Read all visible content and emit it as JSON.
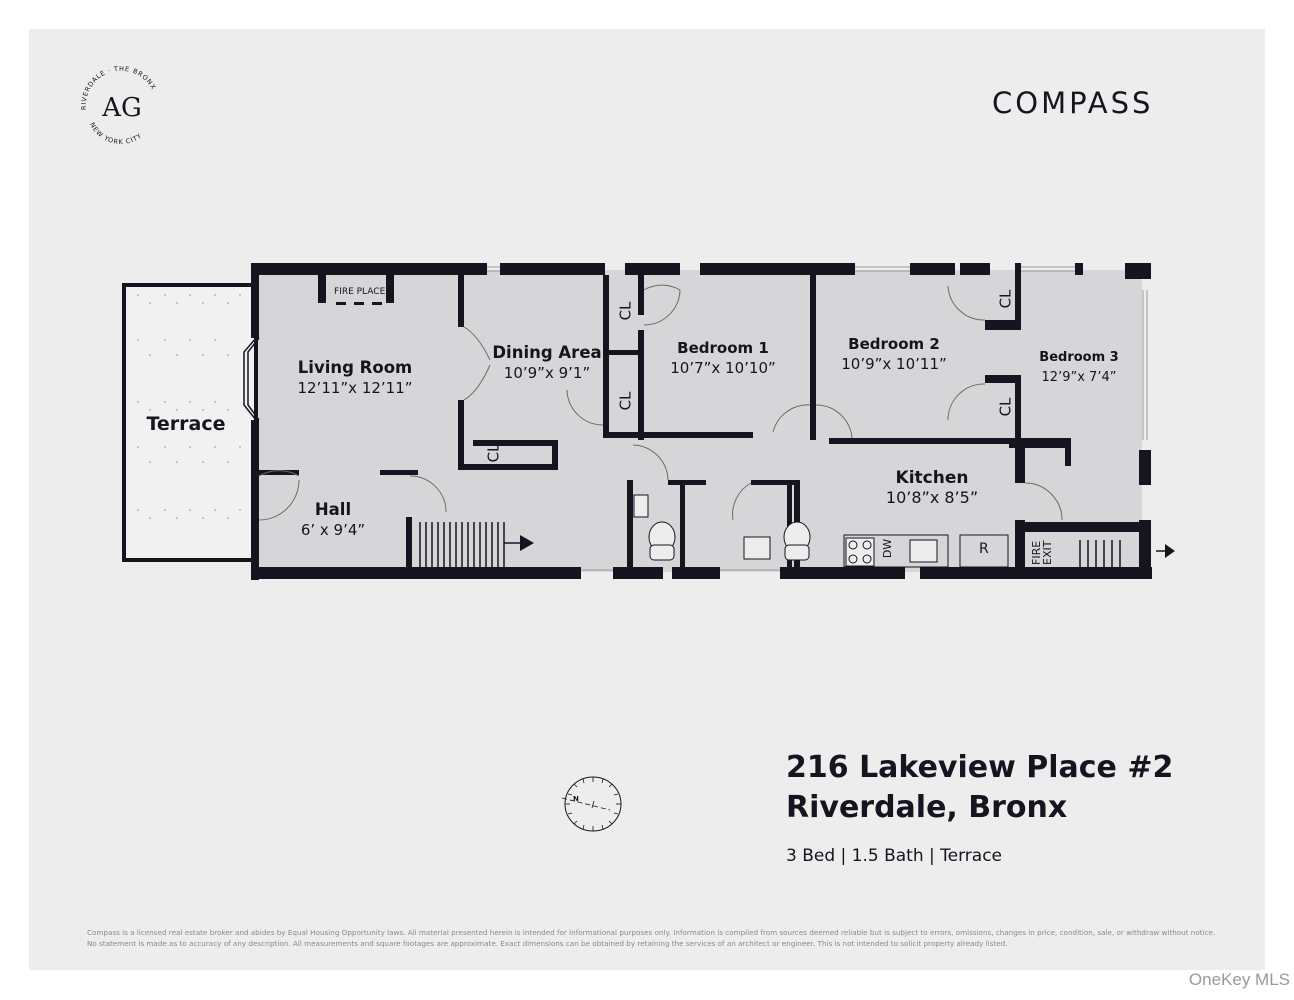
{
  "branding": {
    "logo_monogram": "AG",
    "logo_ring_top": "RIVERDALE · THE BRONX",
    "logo_ring_bottom": "NEW YORK CITY",
    "brokerage": "COMPASS"
  },
  "floorplan": {
    "rooms": [
      {
        "name": "Terrace",
        "dims": ""
      },
      {
        "name": "Living Room",
        "dims": "12’11”x 12’11”"
      },
      {
        "name": "Dining Area",
        "dims": "10’9”x 9’1”"
      },
      {
        "name": "Hall",
        "dims": "6’ x 9’4”"
      },
      {
        "name": "Bedroom 1",
        "dims": "10’7”x 10’10”"
      },
      {
        "name": "Bedroom 2",
        "dims": "10’9”x 10’11”"
      },
      {
        "name": "Bedroom 3",
        "dims": "12’9”x 7’4”"
      },
      {
        "name": "Kitchen",
        "dims": "10’8”x 8’5”"
      }
    ],
    "fixtures": {
      "fireplace": "FIRE PLACE",
      "closet": "CL",
      "dishwasher": "DW",
      "refrigerator": "R",
      "fire_exit_line1": "FIRE",
      "fire_exit_line2": "EXIT"
    },
    "compass_north": "N"
  },
  "listing": {
    "address_line1": "216 Lakeview Place #2",
    "address_line2": "Riverdale, Bronx",
    "features": "3 Bed | 1.5 Bath | Terrace"
  },
  "disclaimer": "Compass is a licensed real estate broker and abides by Equal Housing Opportunity laws. All material presented herein is intended for informational purposes only. Information is compiled from sources deemed reliable but is subject to errors, omissions, changes in price, condition, sale, or withdraw without notice. No statement is made as to accuracy of any description. All measurements and square footages are approximate. Exact dimensions can be obtained by retaining the services of an architect or engineer. This is not intended to solicit property already listed.",
  "watermark": "OneKey MLS",
  "colors": {
    "page": "#ffffff",
    "panel": "#ededed",
    "interior": "#d6d6d8",
    "terrace": "#f1f1f1",
    "wall": "#16141f"
  }
}
